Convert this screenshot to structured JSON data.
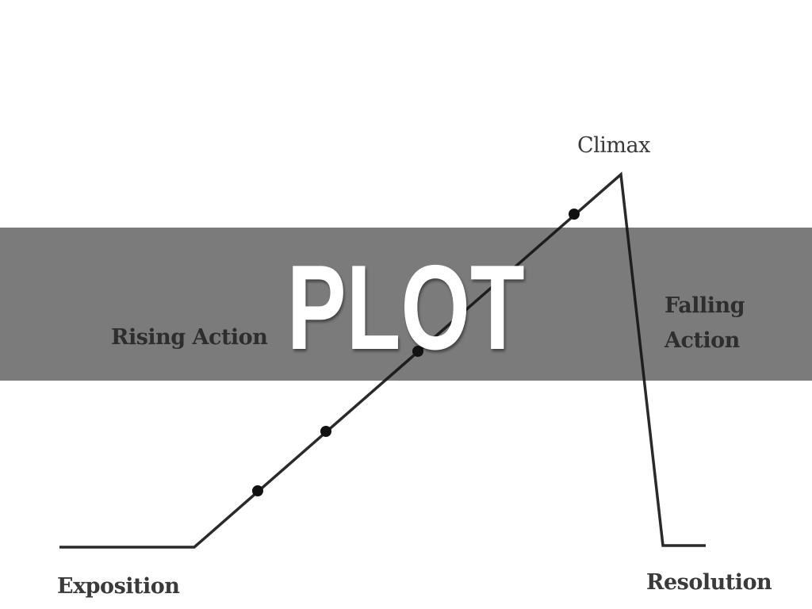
{
  "slide": {
    "title": "PLOT",
    "band_color": "#7b7b7b"
  },
  "diagram": {
    "labels": {
      "climax": "Climax",
      "rising_action": "Rising Action",
      "falling_action_line1": "Falling",
      "falling_action_line2": "Action",
      "exposition": "Exposition",
      "resolution": "Resolution"
    },
    "line_color": "#222222"
  }
}
